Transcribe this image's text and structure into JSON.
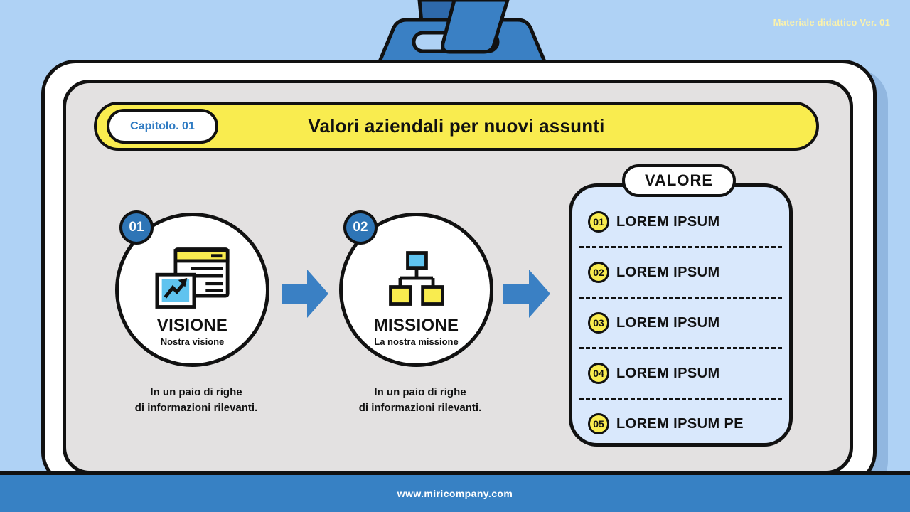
{
  "meta": {
    "version_label": "Materiale didattico Ver. 01"
  },
  "header": {
    "chapter": "Capitolo. 01",
    "title": "Valori aziendali per nuovi assunti"
  },
  "steps": [
    {
      "number": "01",
      "title": "VISIONE",
      "subtitle": "Nostra visione",
      "icon": "browser-analytics-icon",
      "caption_line1": "In un paio di righe",
      "caption_line2": "di informazioni rilevanti."
    },
    {
      "number": "02",
      "title": "MISSIONE",
      "subtitle": "La nostra missione",
      "icon": "org-chart-icon",
      "caption_line1": "In un paio di righe",
      "caption_line2": "di informazioni rilevanti."
    }
  ],
  "values_panel": {
    "title": "VALORE",
    "items": [
      {
        "number": "01",
        "label": "LOREM IPSUM"
      },
      {
        "number": "02",
        "label": "LOREM IPSUM"
      },
      {
        "number": "03",
        "label": "LOREM IPSUM"
      },
      {
        "number": "04",
        "label": "LOREM IPSUM"
      },
      {
        "number": "05",
        "label": "LOREM IPSUM PE"
      }
    ]
  },
  "footer": {
    "url": "www.miricompany.com"
  },
  "colors": {
    "background": "#AFD2F5",
    "accent_blue": "#3A80C4",
    "dark_strap_blue": "#2E69AB",
    "badge_blue": "#2E75B6",
    "accent_yellow": "#F9EC4F",
    "panel_gray": "#E3E1E1",
    "values_bg": "#D9E8FC",
    "icon_sky_blue": "#5FC3EF",
    "footer_blue": "#3781C4",
    "outline_black": "#111111",
    "chapter_text_blue": "#2F7BC3",
    "version_text_yellow": "#FBF2AC"
  }
}
